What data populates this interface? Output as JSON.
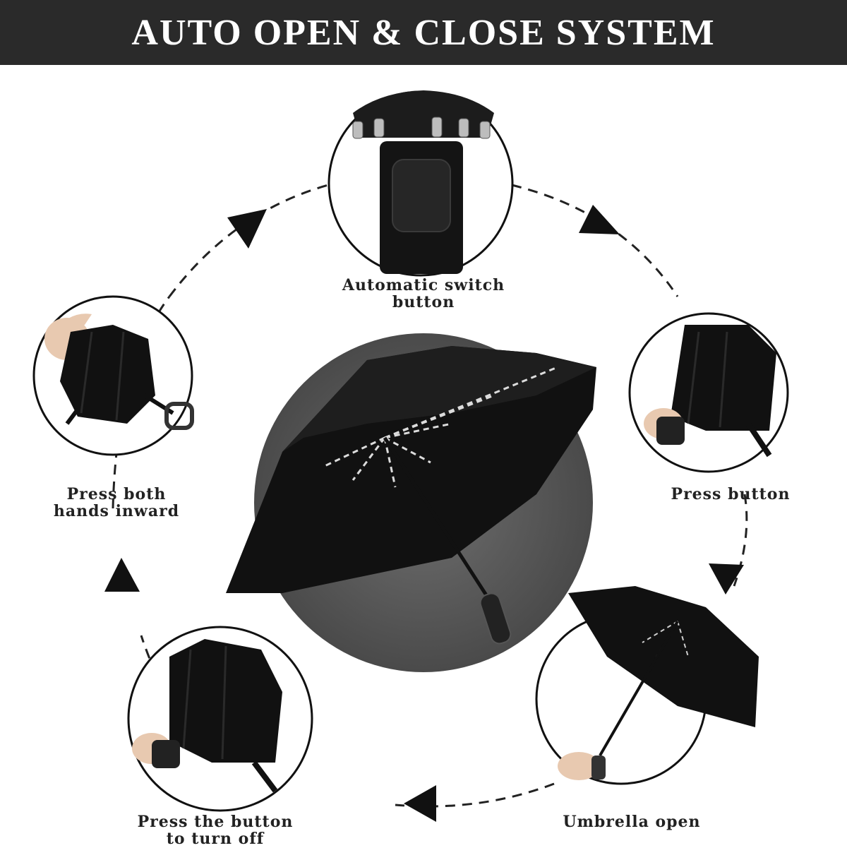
{
  "header": {
    "title": "AUTO OPEN & CLOSE SYSTEM"
  },
  "steps": [
    {
      "id": "top",
      "lines": [
        "Automatic switch",
        "button"
      ]
    },
    {
      "id": "right",
      "lines": [
        "Press button"
      ]
    },
    {
      "id": "bottom-right",
      "lines": [
        "Umbrella open"
      ]
    },
    {
      "id": "bottom-left",
      "lines": [
        "Press the button",
        "to turn off"
      ]
    },
    {
      "id": "left",
      "lines": [
        "Press both",
        "hands inward"
      ]
    }
  ],
  "colors": {
    "header_bg": "#2a2a2a",
    "canopy": "#111111",
    "backdrop": "#5e5e5e"
  }
}
